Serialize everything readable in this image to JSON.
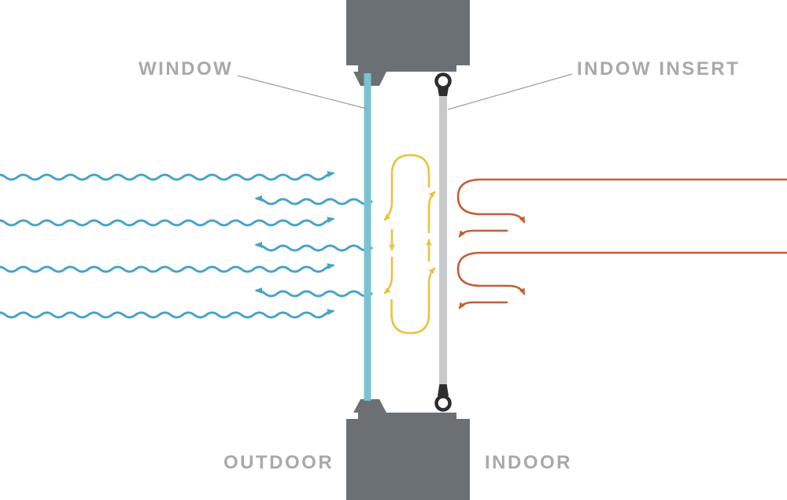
{
  "labels": {
    "window": "WINDOW",
    "insert": "INDOW INSERT",
    "outdoor": "OUTDOOR",
    "indoor": "INDOOR"
  },
  "colors": {
    "cold_wave_blue": "#47a3c7",
    "window_teal": "#79c3d0",
    "convection_yellow": "#e8c340",
    "warm_orange": "#c55f36",
    "frame_gray": "#6b7075",
    "insert_gray": "#c8c9ca",
    "grommet_dark": "#2d2d2f",
    "label_gray": "#a7a9ac",
    "callout_line_gray": "#9c9e9f"
  }
}
